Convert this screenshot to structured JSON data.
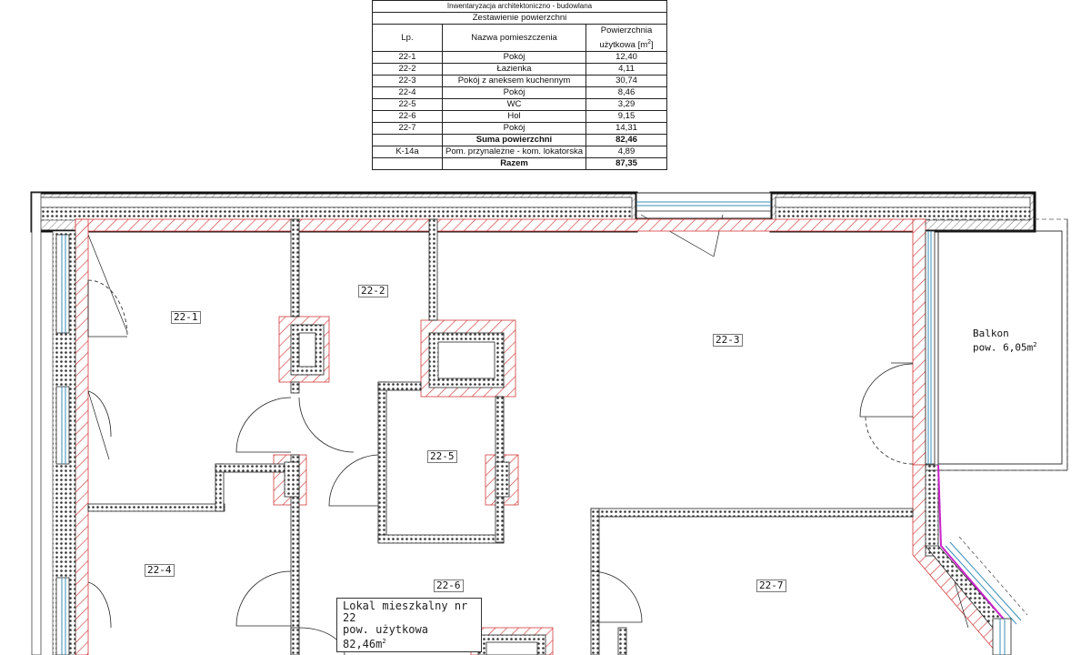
{
  "table": {
    "truncated_heading": "Inwentaryzacja architektoniczno - budowlana",
    "title": "Zestawienie powierzchni",
    "headers": {
      "lp": "Lp.",
      "name": "Nazwa pomieszczenia",
      "area": "Powierzchnia użytkowa [m",
      "area_sup": "2",
      "area_close": "]"
    },
    "rows": [
      {
        "lp": "22-1",
        "name": "Pokój",
        "area": "12,40"
      },
      {
        "lp": "22-2",
        "name": "Łazienka",
        "area": "4,11"
      },
      {
        "lp": "22-3",
        "name": "Pokój z aneksem kuchennym",
        "area": "30,74"
      },
      {
        "lp": "22-4",
        "name": "Pokój",
        "area": "8,46"
      },
      {
        "lp": "22-5",
        "name": "WC",
        "area": "3,29"
      },
      {
        "lp": "22-6",
        "name": "Hol",
        "area": "9,15"
      },
      {
        "lp": "22-7",
        "name": "Pokój",
        "area": "14,31"
      }
    ],
    "sum": {
      "label": "Suma powierzchni",
      "area": "82,46"
    },
    "extra": {
      "lp": "K-14a",
      "name": "Pom. przynależne - kom. lokatorska",
      "area": "4,89"
    },
    "total": {
      "label": "Razem",
      "area": "87,35"
    }
  },
  "rooms": {
    "r1": "22-1",
    "r2": "22-2",
    "r3": "22-3",
    "r4": "22-4",
    "r5": "22-5",
    "r6": "22-6",
    "r7": "22-7"
  },
  "balkon": {
    "line1": "Balkon",
    "line2": "pow. 6,05m",
    "sup": "2"
  },
  "lokal": {
    "line1": "Lokal mieszkalny nr",
    "line2": "22",
    "line3": "pow. użytkowa 82,46m",
    "sup": "2"
  },
  "colors": {
    "hatch": "#d23a3a",
    "wall": "#222222",
    "balcony_edge": "#cc22cc",
    "window": "#3a8fb8"
  }
}
